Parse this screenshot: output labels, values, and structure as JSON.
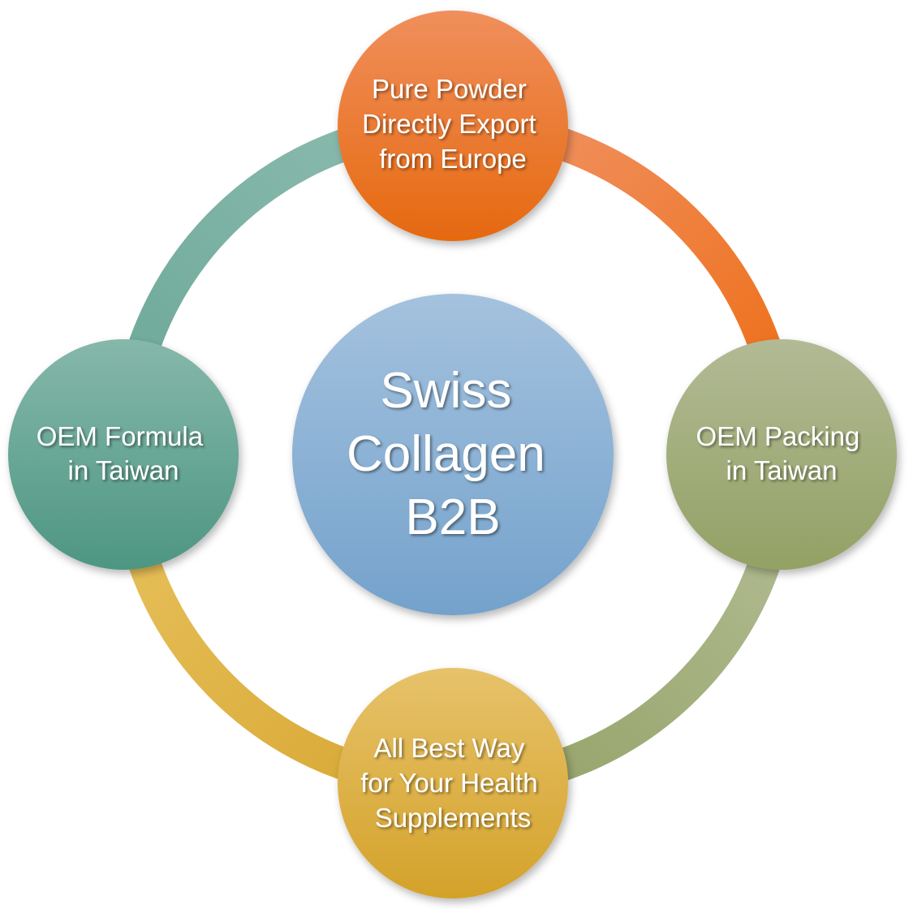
{
  "center": {
    "lines": [
      "Swiss",
      "Collagen",
      "B2B"
    ]
  },
  "nodes": [
    {
      "id": "top",
      "lines": [
        "Pure Powder",
        "Directly Export",
        "from Europe"
      ],
      "colors": [
        "#f08f5c",
        "#e6690f"
      ]
    },
    {
      "id": "right",
      "lines": [
        "OEM Packing",
        "in Taiwan"
      ],
      "colors": [
        "#b2ba95",
        "#93a164"
      ]
    },
    {
      "id": "bottom",
      "lines": [
        "All Best Way",
        "for Your Health",
        "Supplements"
      ],
      "colors": [
        "#e7c26a",
        "#d4a22a"
      ]
    },
    {
      "id": "left",
      "lines": [
        "OEM Formula",
        "in Taiwan"
      ],
      "colors": [
        "#86b8aa",
        "#4d9682"
      ]
    }
  ],
  "colors": {
    "center_light": "#a4c2de",
    "center_dark": "#74a2cc"
  }
}
